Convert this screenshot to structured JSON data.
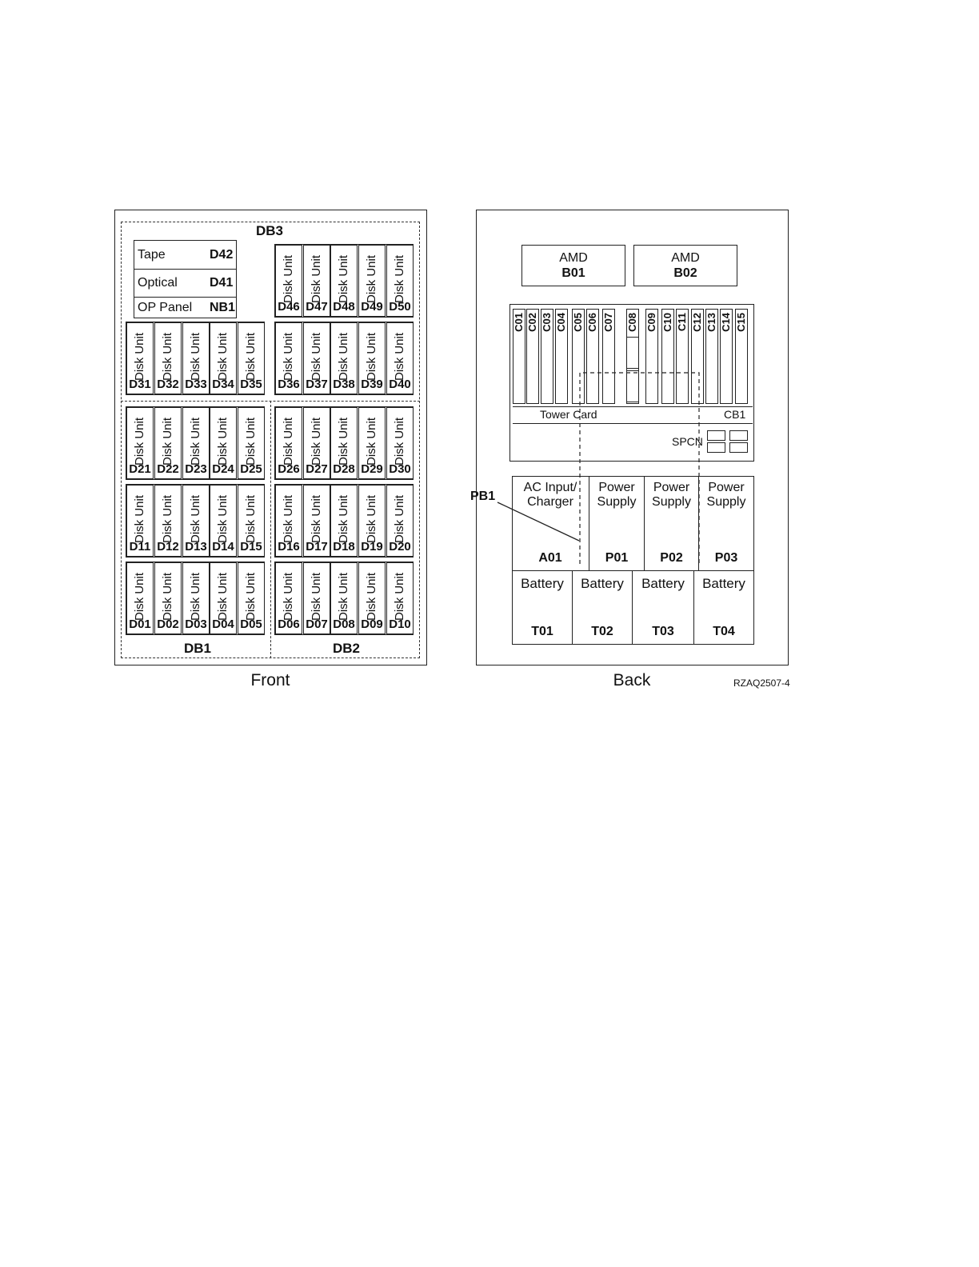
{
  "front": {
    "caption": "Front",
    "db3_label": "DB3",
    "db1_label": "DB1",
    "db2_label": "DB2",
    "media": [
      {
        "name": "Tape",
        "id": "D42"
      },
      {
        "name": "Optical",
        "id": "D41"
      },
      {
        "name": "OP Panel",
        "id": "NB1"
      }
    ],
    "disk_text": "Disk Unit",
    "rows": [
      [
        "D46",
        "D47",
        "D48",
        "D49",
        "D50"
      ],
      [
        "D31",
        "D32",
        "D33",
        "D34",
        "D35",
        "D36",
        "D37",
        "D38",
        "D39",
        "D40"
      ],
      [
        "D21",
        "D22",
        "D23",
        "D24",
        "D25",
        "D26",
        "D27",
        "D28",
        "D29",
        "D30"
      ],
      [
        "D11",
        "D12",
        "D13",
        "D14",
        "D15",
        "D16",
        "D17",
        "D18",
        "D19",
        "D20"
      ],
      [
        "D01",
        "D02",
        "D03",
        "D04",
        "D05",
        "D06",
        "D07",
        "D08",
        "D09",
        "D10"
      ]
    ]
  },
  "back": {
    "caption": "Back",
    "amd": [
      {
        "name": "AMD",
        "id": "B01"
      },
      {
        "name": "AMD",
        "id": "B02"
      }
    ],
    "slots": [
      "C01",
      "C02",
      "C03",
      "C04",
      "C05",
      "C06",
      "C07",
      "C08",
      "C09",
      "C10",
      "C11",
      "C12",
      "C13",
      "C14",
      "C15"
    ],
    "tower_card": "Tower Card",
    "cb1": "CB1",
    "spcn": "SPCN",
    "pb1": "PB1",
    "power": [
      {
        "line1": "AC Input/",
        "line2": "Charger",
        "id": "A01"
      },
      {
        "line1": "Power",
        "line2": "Supply",
        "id": "P01"
      },
      {
        "line1": "Power",
        "line2": "Supply",
        "id": "P02"
      },
      {
        "line1": "Power",
        "line2": "Supply",
        "id": "P03"
      }
    ],
    "batteries": [
      {
        "name": "Battery",
        "id": "T01"
      },
      {
        "name": "Battery",
        "id": "T02"
      },
      {
        "name": "Battery",
        "id": "T03"
      },
      {
        "name": "Battery",
        "id": "T04"
      }
    ]
  },
  "figure_id": "RZAQ2507-4"
}
